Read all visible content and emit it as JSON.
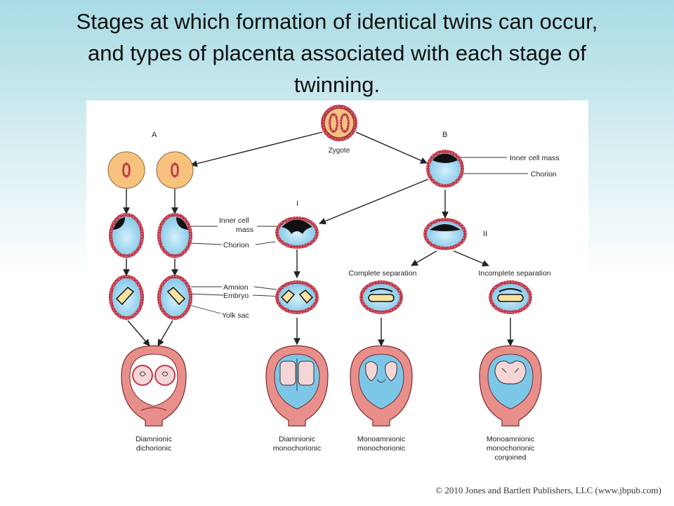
{
  "slide": {
    "title_lines": [
      "Stages at which formation of identical twins can occur,",
      "and types of placenta associated with each stage of",
      "twinning."
    ],
    "credit": "© 2010 Jones and Bartlett Publishers, LLC (www.jbpub.com)"
  },
  "figure": {
    "markers": {
      "a": "A",
      "b": "B",
      "i": "I",
      "ii": "II"
    },
    "labels": {
      "zygote": "Zygote",
      "inner_cell_mass_right": "Inner cell mass",
      "chorion_right": "Chorion",
      "inner_cell_1": "Inner cell",
      "inner_cell_2": "mass",
      "chorion_mid": "Chorion",
      "amnion": "Amnion",
      "embryo": "Embryo",
      "yolk_sac": "Yolk sac",
      "complete_separation": "Complete separation",
      "incomplete_separation": "Incomplete separation"
    },
    "outcomes": [
      [
        "Diamnionic",
        "dichorionic"
      ],
      [
        "Diamnionic",
        "monochorionic"
      ],
      [
        "Monoamnionic",
        "monochorionic"
      ],
      [
        "Monoamnionic",
        "monochorionic",
        "conjoined"
      ]
    ],
    "colors": {
      "panel": "#ffffff",
      "morula_fill": "#f6c27e",
      "ring": "#c0394a",
      "blastocyst_fill": "#a8dcf2",
      "icm": "#111111",
      "yolk": "#f7e2a0",
      "uterus": "#e88f8c",
      "arrow": "#222222"
    }
  }
}
